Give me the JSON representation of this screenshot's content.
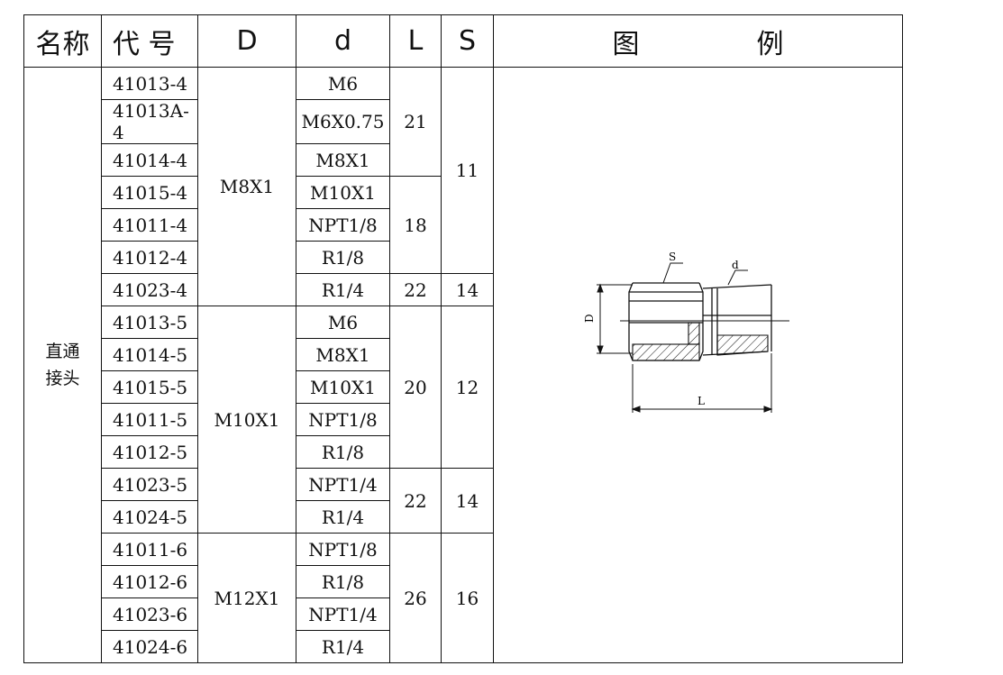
{
  "headers": {
    "name": "名称",
    "code": "代 号",
    "D": "D",
    "d": "d",
    "L": "L",
    "S": "S",
    "diagram_left": "图",
    "diagram_right": "例"
  },
  "product_name_line1": "直通",
  "product_name_line2": "接头",
  "rows": [
    {
      "code": "41013-4"
    },
    {
      "code": "41013A-4"
    },
    {
      "code": "41014-4"
    },
    {
      "code": "41015-4"
    },
    {
      "code": "41011-4"
    },
    {
      "code": "41012-4"
    },
    {
      "code": "41023-4"
    },
    {
      "code": "41013-5"
    },
    {
      "code": "41014-5"
    },
    {
      "code": "41015-5"
    },
    {
      "code": "41011-5"
    },
    {
      "code": "41012-5"
    },
    {
      "code": "41023-5"
    },
    {
      "code": "41024-5"
    },
    {
      "code": "41011-6"
    },
    {
      "code": "41012-6"
    },
    {
      "code": "41023-6"
    },
    {
      "code": "41024-6"
    }
  ],
  "d_values": [
    "M6",
    "M6X0.75",
    "M8X1",
    "M10X1",
    "NPT1/8",
    "R1/8",
    "R1/4",
    "M6",
    "M8X1",
    "M10X1",
    "NPT1/8",
    "R1/8",
    "NPT1/4",
    "R1/4",
    "NPT1/8",
    "R1/8",
    "NPT1/4",
    "R1/4"
  ],
  "D_groups": [
    "M8X1",
    "M10X1",
    "M12X1"
  ],
  "L_groups": [
    "21",
    "18",
    "22",
    "20",
    "22",
    "26"
  ],
  "S_groups": [
    "11",
    "14",
    "12",
    "14",
    "16"
  ],
  "diagram": {
    "label_S": "S",
    "label_d": "d",
    "label_D": "D",
    "label_L": "L"
  }
}
